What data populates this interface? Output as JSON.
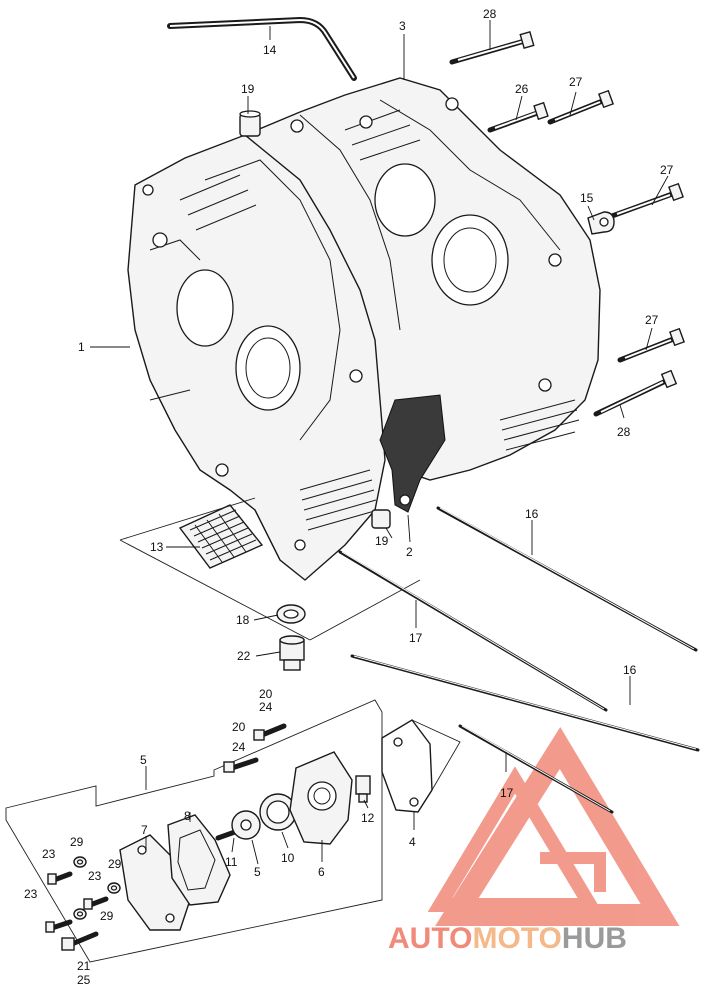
{
  "diagram": {
    "callouts": [
      {
        "id": "c1",
        "text": "1"
      },
      {
        "id": "c2",
        "text": "2"
      },
      {
        "id": "c3",
        "text": "3"
      },
      {
        "id": "c4",
        "text": "4"
      },
      {
        "id": "c5a",
        "text": "5"
      },
      {
        "id": "c5b",
        "text": "5"
      },
      {
        "id": "c6",
        "text": "6"
      },
      {
        "id": "c7",
        "text": "7"
      },
      {
        "id": "c8",
        "text": "8"
      },
      {
        "id": "c10",
        "text": "10"
      },
      {
        "id": "c11",
        "text": "11"
      },
      {
        "id": "c12",
        "text": "12"
      },
      {
        "id": "c13",
        "text": "13"
      },
      {
        "id": "c14",
        "text": "14"
      },
      {
        "id": "c15",
        "text": "15"
      },
      {
        "id": "c16a",
        "text": "16"
      },
      {
        "id": "c16b",
        "text": "16"
      },
      {
        "id": "c17a",
        "text": "17"
      },
      {
        "id": "c17b",
        "text": "17"
      },
      {
        "id": "c18",
        "text": "18"
      },
      {
        "id": "c19a",
        "text": "19"
      },
      {
        "id": "c19b",
        "text": "19"
      },
      {
        "id": "c20a",
        "text": "20"
      },
      {
        "id": "c20b",
        "text": "20"
      },
      {
        "id": "c21",
        "text": "21"
      },
      {
        "id": "c22",
        "text": "22"
      },
      {
        "id": "c23a",
        "text": "23"
      },
      {
        "id": "c23b",
        "text": "23"
      },
      {
        "id": "c23c",
        "text": "23"
      },
      {
        "id": "c24a",
        "text": "24"
      },
      {
        "id": "c24b",
        "text": "24"
      },
      {
        "id": "c25",
        "text": "25"
      },
      {
        "id": "c26",
        "text": "26"
      },
      {
        "id": "c27a",
        "text": "27"
      },
      {
        "id": "c27b",
        "text": "27"
      },
      {
        "id": "c27c",
        "text": "27"
      },
      {
        "id": "c28a",
        "text": "28"
      },
      {
        "id": "c28b",
        "text": "28"
      },
      {
        "id": "c29a",
        "text": "29"
      },
      {
        "id": "c29b",
        "text": "29"
      },
      {
        "id": "c29c",
        "text": "29"
      }
    ]
  },
  "watermark": {
    "part1": "AUTO",
    "part2": "MOTO",
    "part3": "HUB",
    "color_main": "#f08a7a",
    "color_accent": "#f4b88a",
    "color_hub": "#9a9a9a"
  }
}
